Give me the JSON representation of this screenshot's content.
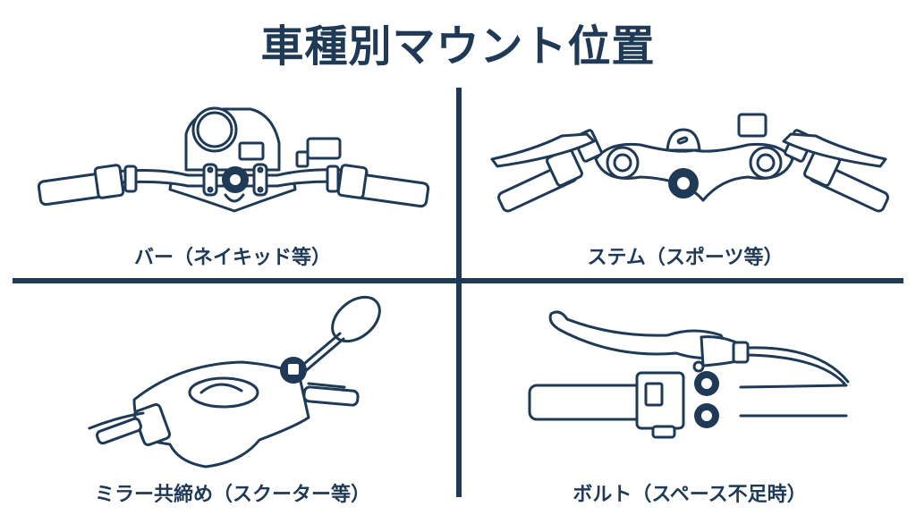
{
  "title": "車種別マウント位置",
  "colors": {
    "primary": "#1e3a56",
    "background": "#ffffff"
  },
  "panels": [
    {
      "id": "bar",
      "label": "バー（ネイキッド等）",
      "illustration": "naked-bike-handlebar-icon"
    },
    {
      "id": "stem",
      "label": "ステム（スポーツ等）",
      "illustration": "sport-bike-stem-icon"
    },
    {
      "id": "mirror",
      "label": "ミラー共締め（スクーター等）",
      "illustration": "scooter-mirror-mount-icon"
    },
    {
      "id": "bolt",
      "label": "ボルト（スペース不足時）",
      "illustration": "lever-bolt-mount-icon"
    }
  ]
}
